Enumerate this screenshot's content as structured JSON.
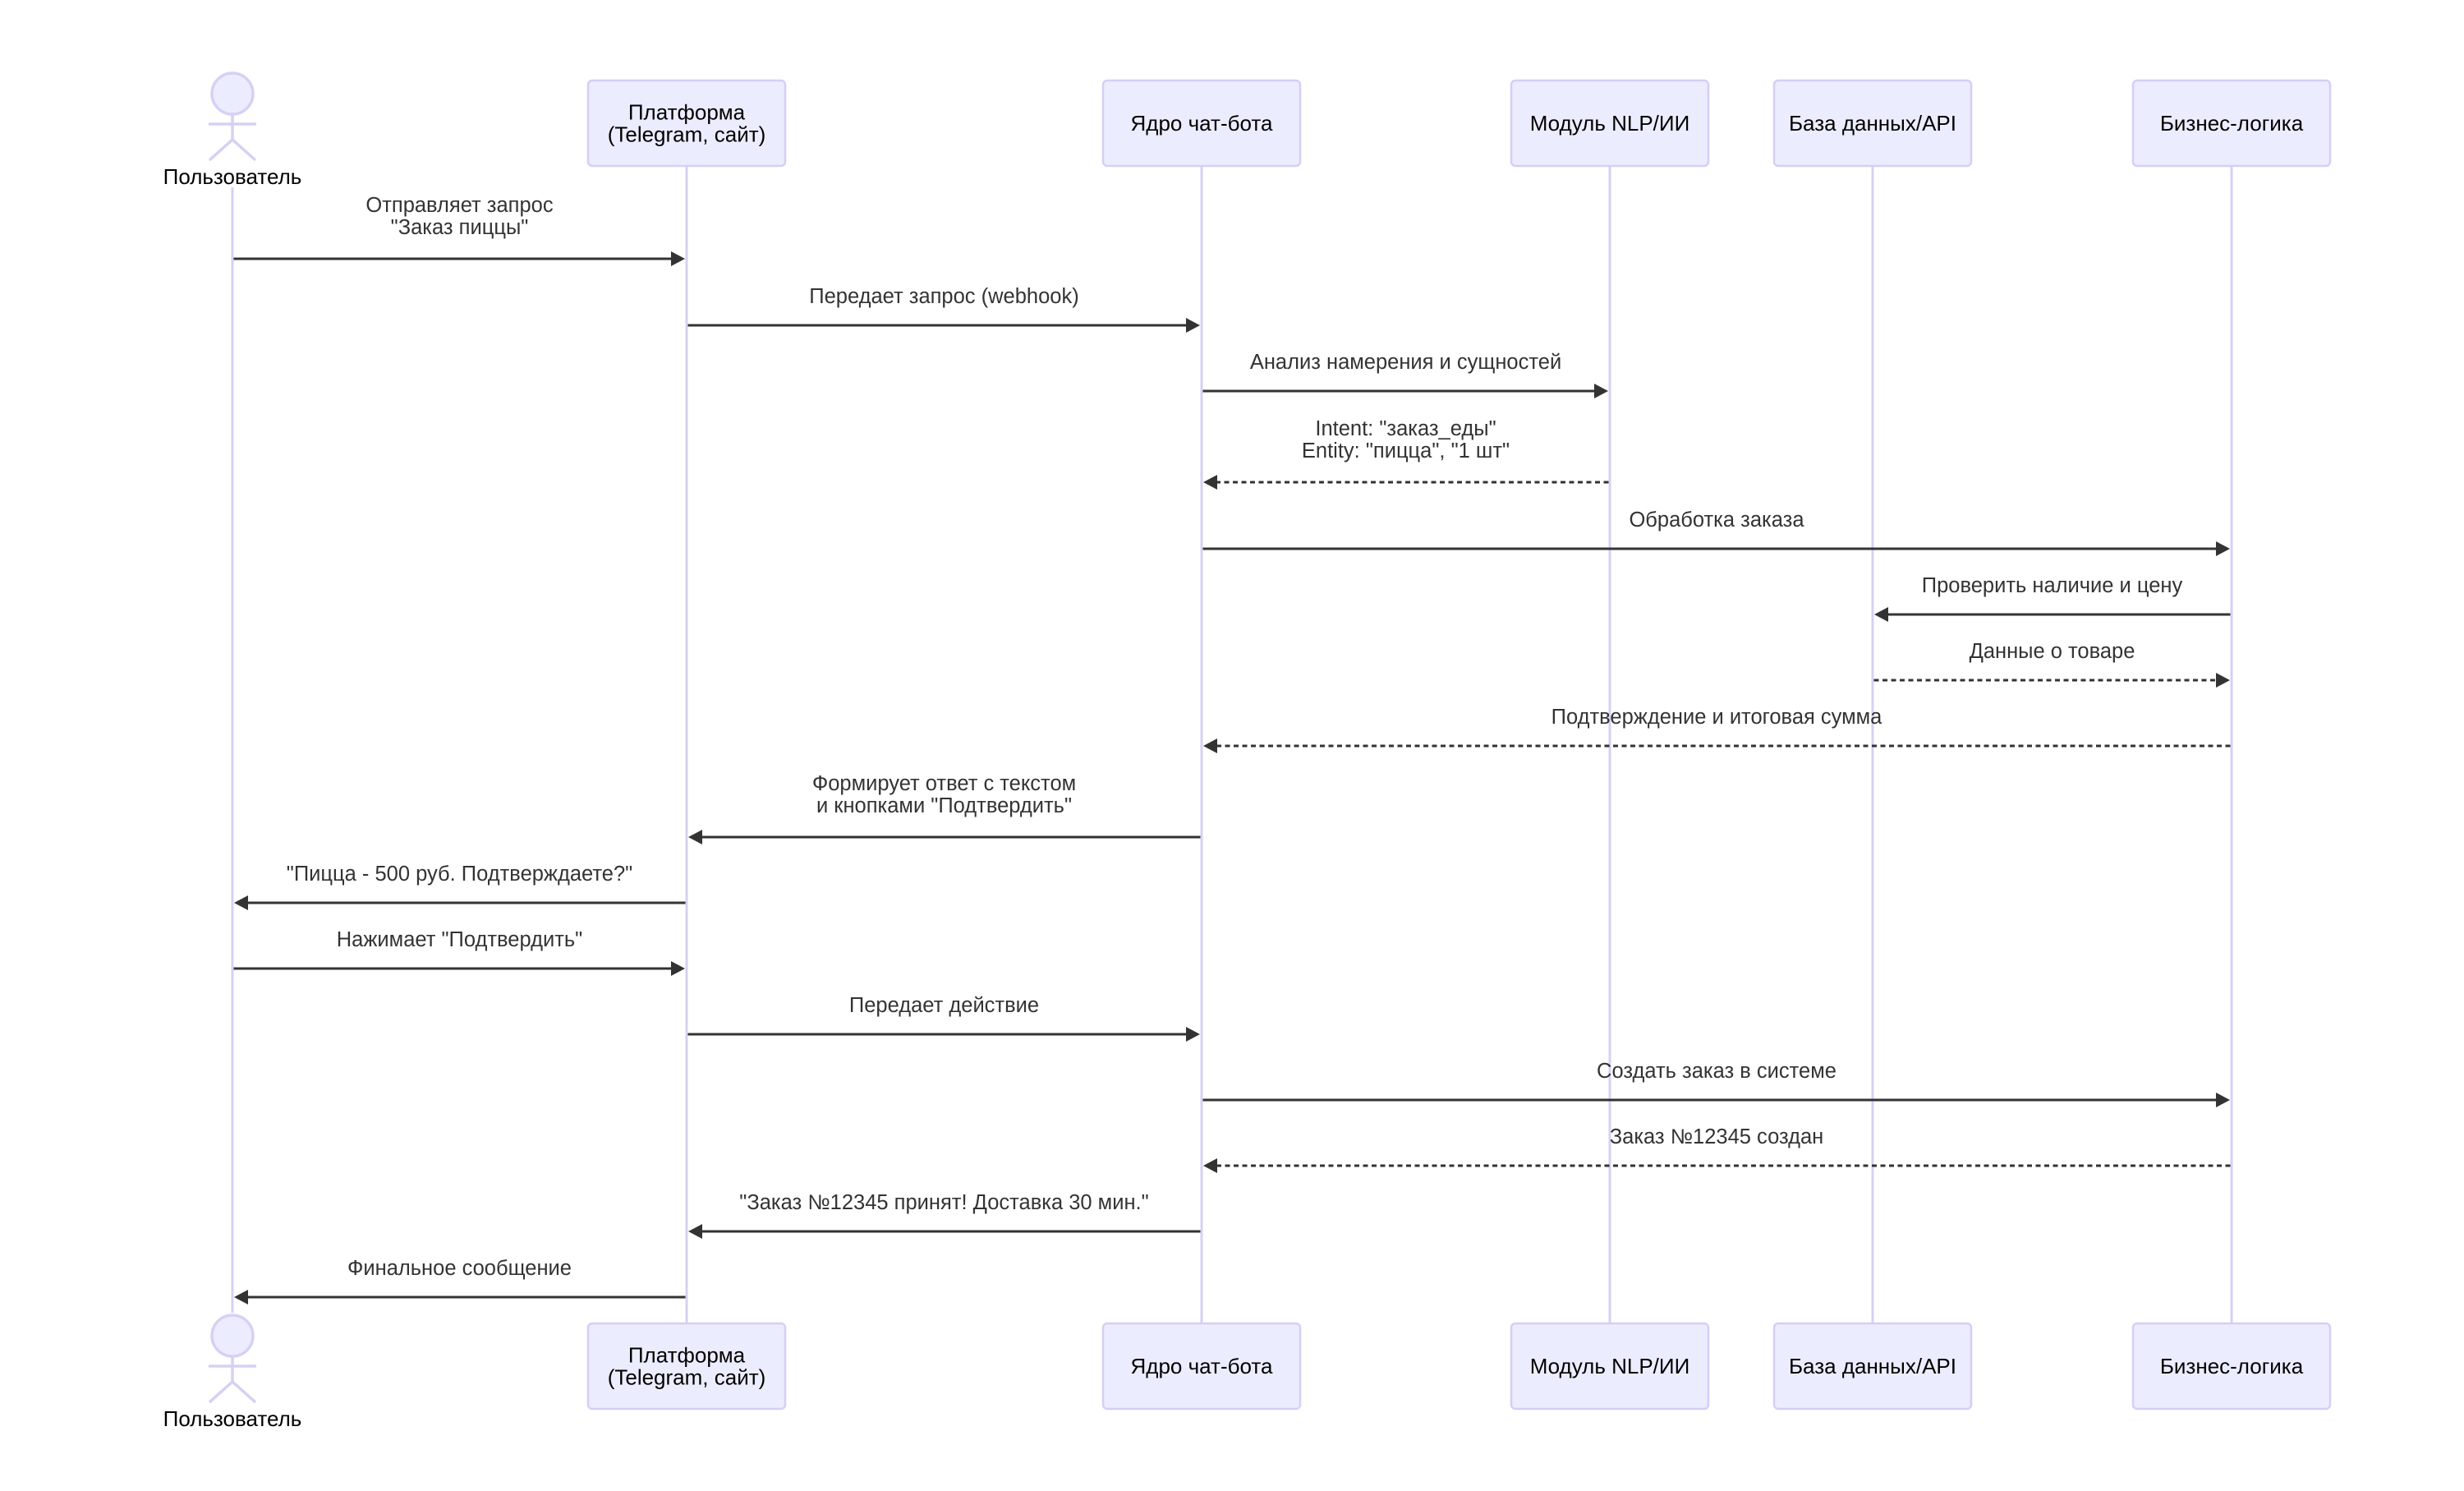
{
  "diagram": {
    "type": "sequence",
    "colors": {
      "participant_fill": "#ECECFF",
      "participant_border": "#D6CEF6",
      "lifeline": "#D7D0F4",
      "message": "#333333",
      "participant_text": "#000000"
    },
    "participants": [
      {
        "id": "user",
        "kind": "actor",
        "label_lines": [
          "Пользователь"
        ]
      },
      {
        "id": "platform",
        "kind": "box",
        "label_lines": [
          "Платформа",
          "(Telegram, сайт)"
        ]
      },
      {
        "id": "core",
        "kind": "box",
        "label_lines": [
          "Ядро чат-бота"
        ]
      },
      {
        "id": "nlp",
        "kind": "box",
        "label_lines": [
          "Модуль NLP/ИИ"
        ]
      },
      {
        "id": "db",
        "kind": "box",
        "label_lines": [
          "База данных/API"
        ]
      },
      {
        "id": "biz",
        "kind": "box",
        "label_lines": [
          "Бизнес-логика"
        ]
      }
    ],
    "messages": [
      {
        "from": "user",
        "to": "platform",
        "style": "solid",
        "label_lines": [
          "Отправляет запрос",
          "\"Заказ пиццы\""
        ]
      },
      {
        "from": "platform",
        "to": "core",
        "style": "solid",
        "label_lines": [
          "Передает запрос (webhook)"
        ]
      },
      {
        "from": "core",
        "to": "nlp",
        "style": "solid",
        "label_lines": [
          "Анализ намерения и сущностей"
        ]
      },
      {
        "from": "nlp",
        "to": "core",
        "style": "dashed",
        "label_lines": [
          "Intent: \"заказ_еды\"",
          "Entity: \"пицца\", \"1 шт\""
        ]
      },
      {
        "from": "core",
        "to": "biz",
        "style": "solid",
        "label_lines": [
          "Обработка заказа"
        ]
      },
      {
        "from": "biz",
        "to": "db",
        "style": "solid",
        "label_lines": [
          "Проверить наличие и цену"
        ]
      },
      {
        "from": "db",
        "to": "biz",
        "style": "dashed",
        "label_lines": [
          "Данные о товаре"
        ]
      },
      {
        "from": "biz",
        "to": "core",
        "style": "dashed",
        "label_lines": [
          "Подтверждение и итоговая сумма"
        ]
      },
      {
        "from": "core",
        "to": "platform",
        "style": "solid",
        "label_lines": [
          "Формирует ответ с текстом",
          "и кнопками \"Подтвердить\""
        ]
      },
      {
        "from": "platform",
        "to": "user",
        "style": "solid",
        "label_lines": [
          "\"Пицца - 500 руб. Подтверждаете?\""
        ]
      },
      {
        "from": "user",
        "to": "platform",
        "style": "solid",
        "label_lines": [
          "Нажимает \"Подтвердить\""
        ]
      },
      {
        "from": "platform",
        "to": "core",
        "style": "solid",
        "label_lines": [
          "Передает действие"
        ]
      },
      {
        "from": "core",
        "to": "biz",
        "style": "solid",
        "label_lines": [
          "Создать заказ в системе"
        ]
      },
      {
        "from": "biz",
        "to": "core",
        "style": "dashed",
        "label_lines": [
          "Заказ №12345 создан"
        ]
      },
      {
        "from": "core",
        "to": "platform",
        "style": "solid",
        "label_lines": [
          "\"Заказ №12345 принят! Доставка 30 мин.\""
        ]
      },
      {
        "from": "platform",
        "to": "user",
        "style": "solid",
        "label_lines": [
          "Финальное сообщение"
        ]
      }
    ]
  }
}
